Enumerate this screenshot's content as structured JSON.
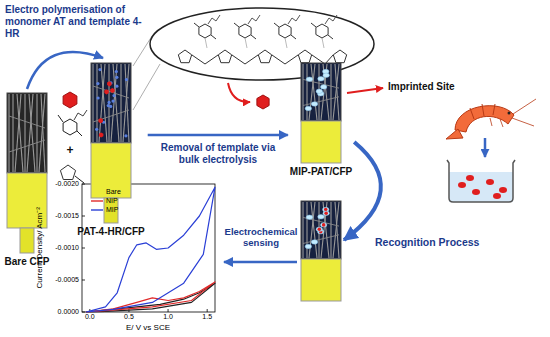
{
  "diagram": {
    "nodes": [
      {
        "text": [
          "Bare CFP"
        ]
      },
      {
        "text": [
          "PAT-4-HR/CFP"
        ]
      },
      {
        "text": [
          "MIP-PAT/CFP"
        ]
      },
      {
        "text": [
          "Recognition Process"
        ]
      },
      {
        "text": [
          "Current Density/ Acm⁻²",
          "E/ V vs SCE"
        ]
      }
    ],
    "edges": [
      {
        "from": 0,
        "to": 1,
        "label": "Electro polymerisation of monomer AT and template 4-HR",
        "arrow": "to"
      },
      {
        "from": 1,
        "to": 2,
        "label": "Removal of template via bulk electrolysis",
        "arrow": "to"
      },
      {
        "from": 2,
        "to": 3,
        "arrow": "to"
      },
      {
        "from": 3,
        "to": 4,
        "label": "Electrochemical sensing",
        "arrow": "to"
      }
    ],
    "labels": [
      "+",
      "Imprinted Site",
      "-0.0020",
      "-0.0015",
      "-0.0010",
      "-0.0005",
      "0.0000",
      "0.0",
      "0.5",
      "1.0",
      "1.5"
    ],
    "legend": [
      {
        "text": "Bare"
      },
      {
        "text": "NIP"
      },
      {
        "text": "MIP"
      }
    ]
  }
}
